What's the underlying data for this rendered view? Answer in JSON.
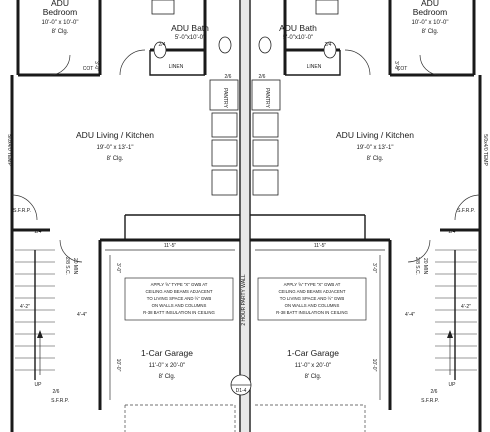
{
  "left": {
    "bedroom": {
      "title_partial": "ADU",
      "title": "Bedroom",
      "size": "10'-0\" x 10'-0\"",
      "clg": "8' Clg."
    },
    "bath": {
      "title": "ADU Bath",
      "size": "5'-0\"x10'-0\""
    },
    "linen": "LINEN",
    "pantry": "PANTRY",
    "living": {
      "title": "ADU Living / Kitchen",
      "size": "19'-0\" x 13'-1\"",
      "clg": "8' Clg."
    },
    "garage": {
      "title": "1-Car Garage",
      "size": "11'-0\" x 20'-0\"",
      "clg": "8' Clg."
    },
    "note": [
      "APPLY ⅝\" TYPE \"X\" GWB AT",
      "CEILING AND BEAMS ADJACENT",
      "TO LIVING SPACE AND ½\" GWB",
      "ON WALLS AND COLUMNS",
      "R-38 BATT INSULATION IN CEILING"
    ],
    "dim_garage_width": "11'-5\"",
    "dim_right": "3'-0\"",
    "dim_mid": "10'-0\"",
    "stair_dim": "4'-4\"",
    "stair_dim2": "4'-2\"",
    "up": "UP",
    "door_a": "2/4",
    "door_b": "2/6",
    "door_c": "2/4",
    "sc_door": "2/8 S.C.",
    "min20": "20 MIN",
    "sfrp": "S.F.R.P.",
    "cot": "COT",
    "bedroom_dim": "3'-0\"",
    "temp_left": "5/0x4/0 TEMP"
  },
  "right": {
    "bedroom": {
      "title_partial": "ADU",
      "title": "Bedroom",
      "size": "10'-0\" x 10'-0\"",
      "clg": "8' Clg."
    },
    "bath": {
      "title": "ADU Bath",
      "size": "5'-0\"x10'-0\""
    },
    "linen": "LINEN",
    "pantry": "PANTRY",
    "living": {
      "title": "ADU Living / Kitchen",
      "size": "19'-0\" x 13'-1\"",
      "clg": "8' Clg."
    },
    "garage": {
      "title": "1-Car Garage",
      "size": "11'-0\" x 20'-0\"",
      "clg": "8' Clg."
    },
    "note": [
      "APPLY ⅝\" TYPE \"X\" GWB AT",
      "CEILING AND BEAMS ADJACENT",
      "TO LIVING SPACE AND ½\" GWB",
      "ON WALLS AND COLUMNS",
      "R-38 BATT INSULATION IN CEILING"
    ],
    "dim_garage_width": "11'-5\"",
    "dim_left": "3'-0\"",
    "dim_mid": "10'-0\"",
    "stair_dim": "4'-4\"",
    "stair_dim2": "4'-2\"",
    "up": "UP",
    "door_a": "2/4",
    "door_b": "2/6",
    "door_c": "2/4",
    "sc_door": "2/8 S.C.",
    "min20": "20 MIN",
    "sfrp": "S.F.R.P.",
    "cot": "COT",
    "bedroom_dim": "3'-0\"",
    "temp_right": "5/0x4/0 TEMP"
  },
  "center": {
    "party_wall": "2 HOUR PARTY WALL",
    "detail_ref": "D1-4",
    "dim_left_top": "2/6",
    "dim_right_top": "2/6"
  },
  "colors": {
    "ink": "#1a1a1a",
    "paper": "#ffffff"
  }
}
